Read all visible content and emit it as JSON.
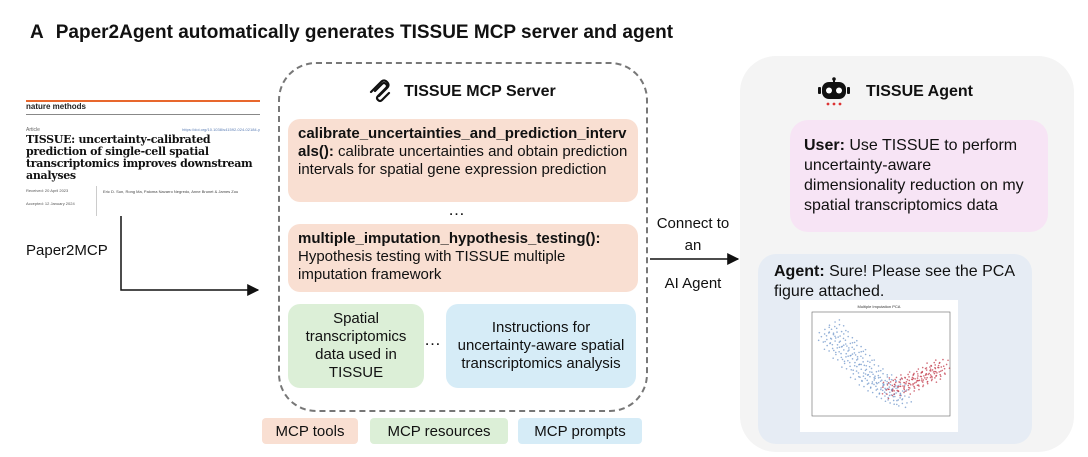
{
  "title": {
    "letter": "A",
    "text": "Paper2Agent automatically generates TISSUE MCP server and agent"
  },
  "paper": {
    "journal": "nature methods",
    "article_type": "Article",
    "doi": "https://doi.org/10.1038/s41592-024-02184-y",
    "title": "TISSUE: uncertainty-calibrated prediction of single-cell spatial transcriptomics improves downstream analyses",
    "received": "Received: 20 April 2023",
    "accepted": "Accepted: 12 January 2024",
    "authors": "Eric D. Sun, Rong Ma, Paloma Navarro Negredo, Anne Brunet & James Zou"
  },
  "paper2mcp_label": "Paper2MCP",
  "server": {
    "title": "TISSUE MCP Server",
    "tools": [
      {
        "name": "calibrate_uncertainties_and_prediction_intervals():",
        "desc": " calibrate uncertainties and obtain prediction intervals for spatial gene expression prediction"
      },
      {
        "name": "multiple_imputation_hypothesis_testing():",
        "desc": " Hypothesis testing with TISSUE multiple imputation framework"
      }
    ],
    "ellipsis": "…",
    "resource": "Spatial transcriptomics data used in TISSUE",
    "prompt": "Instructions for uncertainty-aware spatial transcriptomics analysis"
  },
  "legend": {
    "tools": "MCP tools",
    "resources": "MCP resources",
    "prompts": "MCP prompts"
  },
  "connect": {
    "line1": "Connect to",
    "line2": "an",
    "line3": "AI Agent"
  },
  "agent": {
    "title": "TISSUE Agent",
    "user_label": "User:",
    "user_text": " Use TISSUE to perform uncertainty-aware dimensionality reduction on my spatial transcriptomics data",
    "agent_label": "Agent:",
    "agent_text": " Sure! Please see the PCA figure attached.",
    "figure_title": "Multiple Imputation PCA"
  },
  "colors": {
    "tools": "#f9dfd2",
    "resources": "#dcefd7",
    "prompts": "#d6ecf7",
    "user_bubble": "#f7e4f5",
    "agent_bubble": "#e6ecf4",
    "agent_panel": "#f4f4f4",
    "journal_accent": "#e8672d"
  },
  "chart_data": {
    "type": "scatter",
    "title": "Multiple Imputation PCA",
    "series": [
      {
        "values": [
          [
            -3.5,
            2.4
          ],
          [
            -3.1,
            1.8
          ],
          [
            -2.8,
            2.9
          ],
          [
            -2.5,
            1.2
          ],
          [
            -2.2,
            2.1
          ],
          [
            -1.9,
            0.6
          ],
          [
            -1.6,
            1.5
          ],
          [
            -1.3,
            -0.1
          ],
          [
            -1.0,
            0.9
          ],
          [
            -0.7,
            -0.6
          ],
          [
            -0.4,
            0.2
          ],
          [
            -0.1,
            -1.0
          ],
          [
            0.2,
            -0.4
          ],
          [
            0.5,
            -1.4
          ],
          [
            0.8,
            -0.8
          ],
          [
            1.1,
            -1.7
          ],
          [
            1.4,
            -1.1
          ],
          [
            1.7,
            -1.9
          ]
        ]
      },
      {
        "values": [
          [
            0.8,
            -1.2
          ],
          [
            1.2,
            -0.9
          ],
          [
            1.6,
            -1.0
          ],
          [
            2.0,
            -0.7
          ],
          [
            2.3,
            -0.9
          ],
          [
            2.6,
            -0.5
          ],
          [
            2.9,
            -0.6
          ],
          [
            3.2,
            -0.3
          ],
          [
            3.5,
            -0.2
          ],
          [
            3.8,
            0.1
          ],
          [
            4.1,
            -0.1
          ],
          [
            4.4,
            0.3
          ]
        ]
      }
    ]
  }
}
